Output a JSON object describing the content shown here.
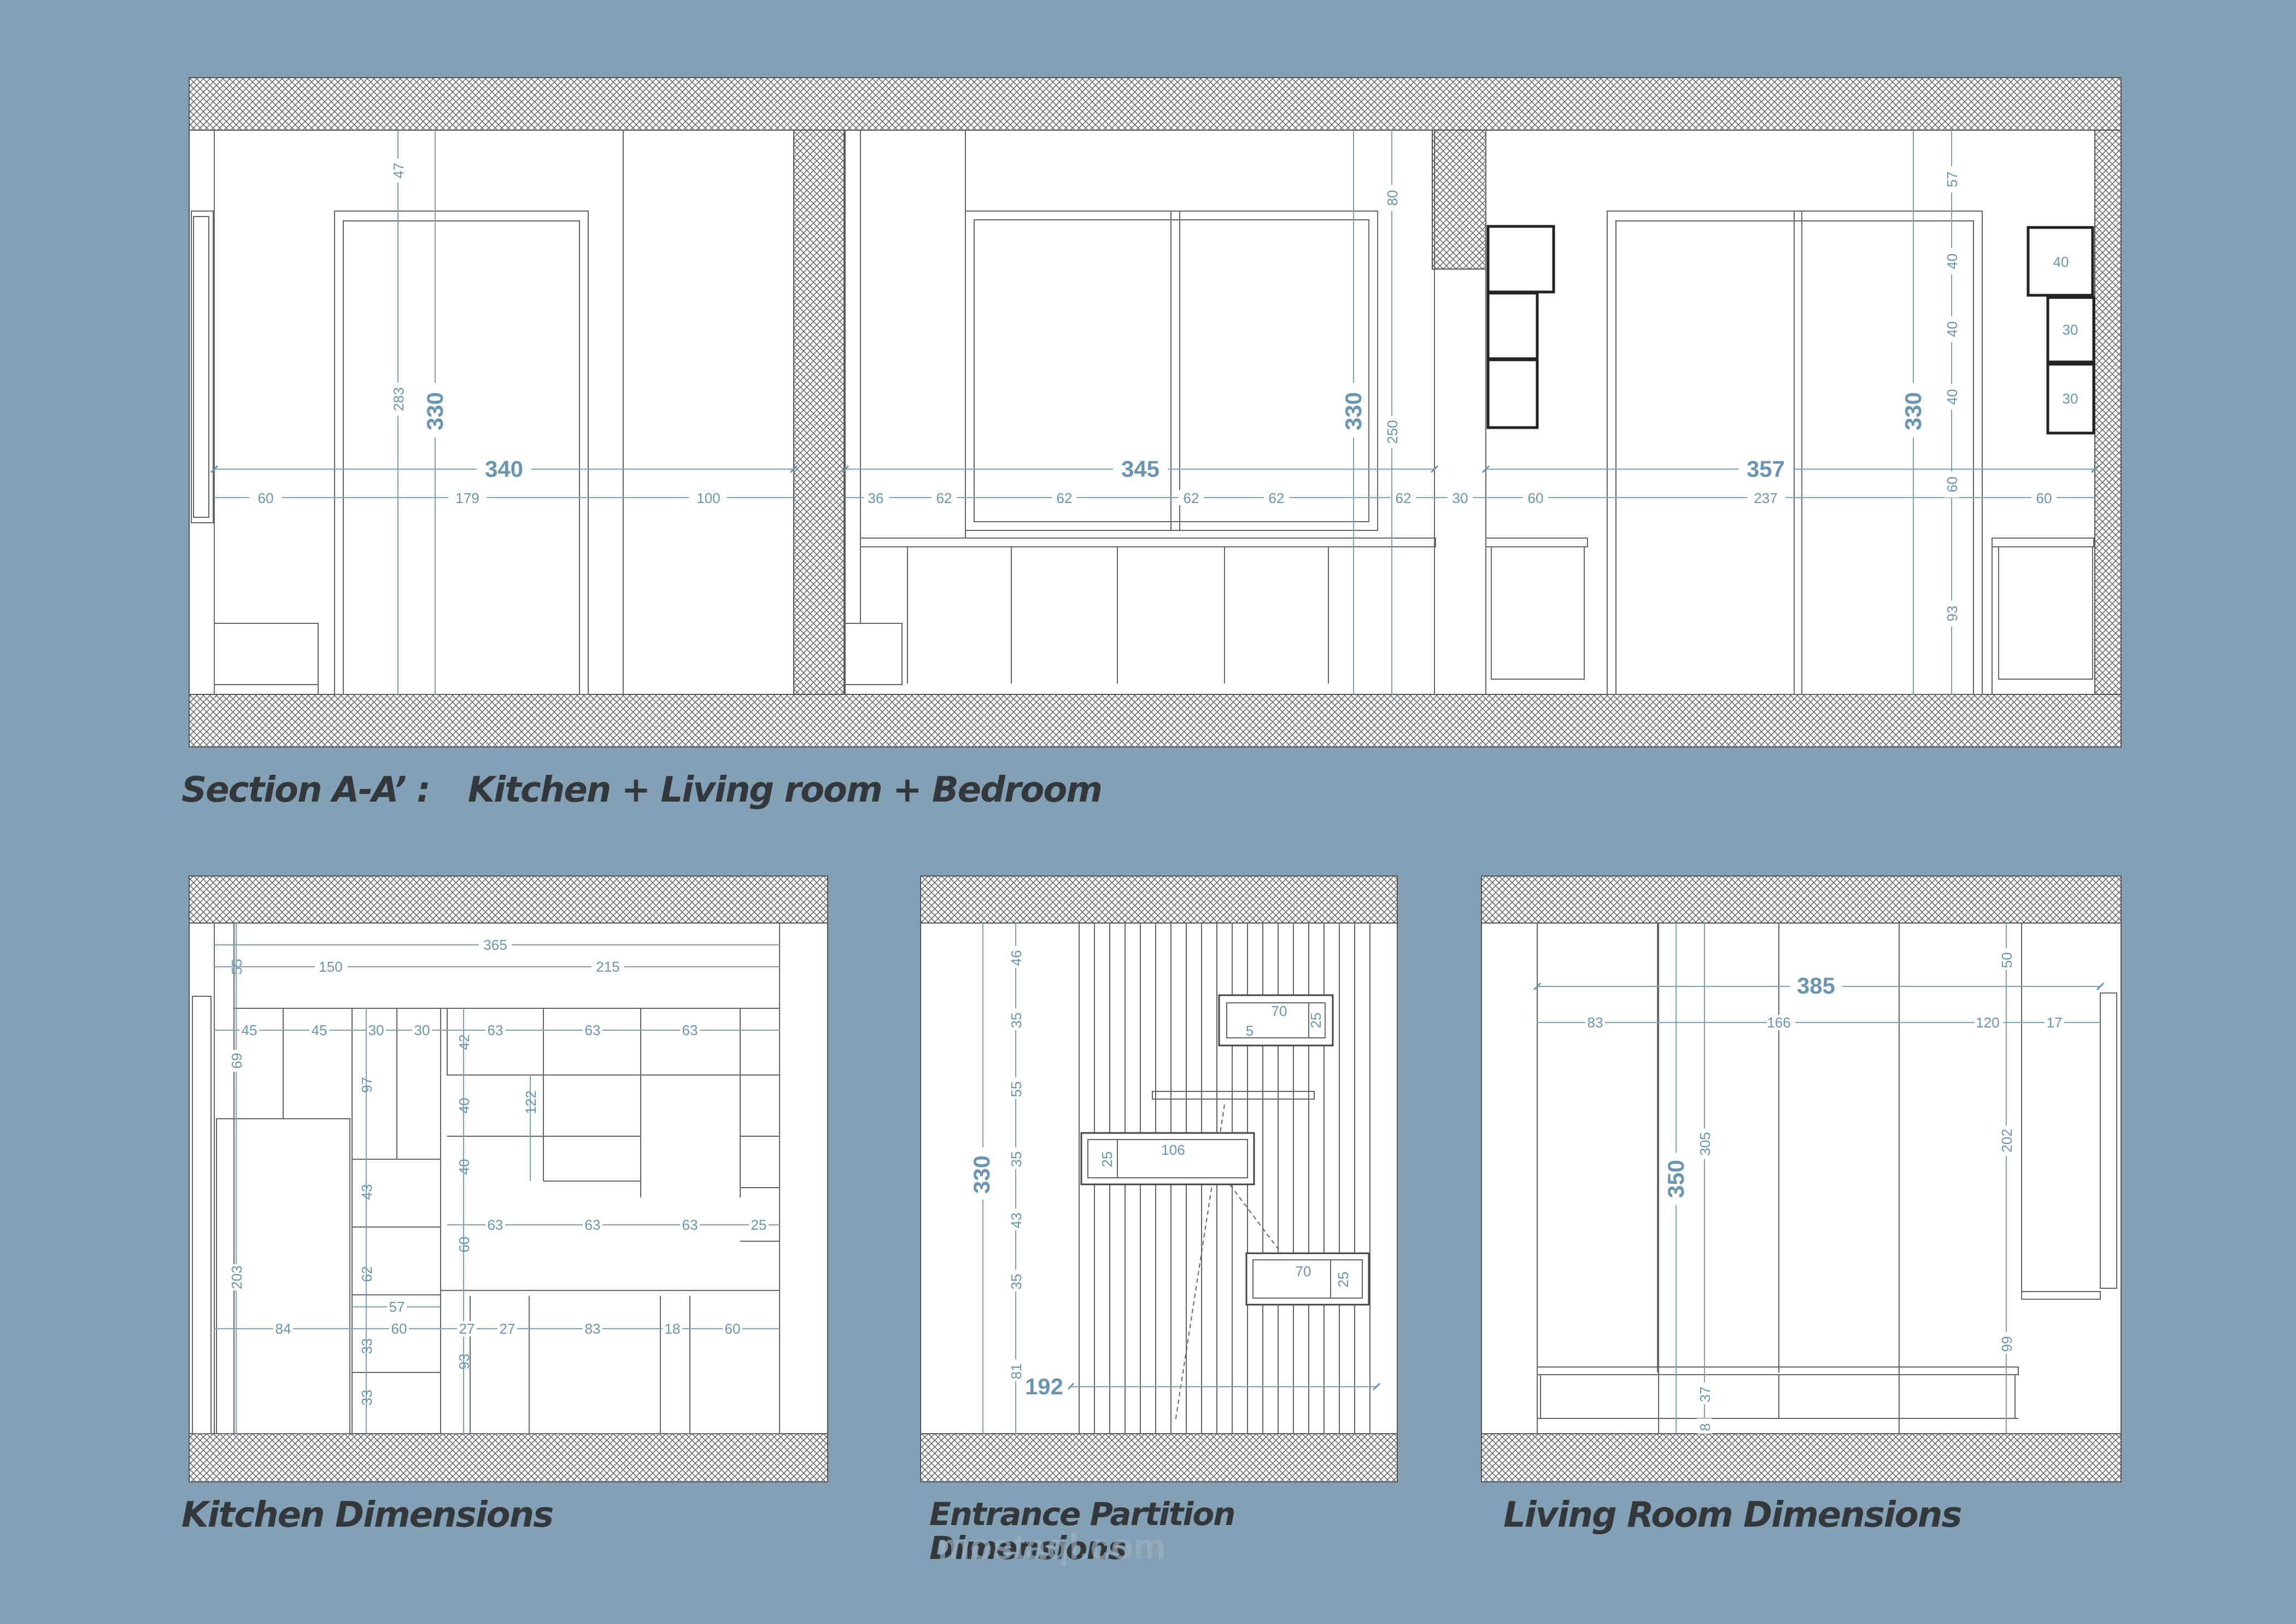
{
  "captions": {
    "section_prefix": "Section A-A’ :",
    "section_rooms": "Kitchen + Living room + Bedroom",
    "kitchen": "Kitchen Dimensions",
    "entrance": "Entrance Partition Dimensions",
    "living": "Living Room Dimensions"
  },
  "watermark": "mostaql.com",
  "colors": {
    "background": "#84a0b4",
    "paper": "#ffffff",
    "dimension": "#6a95b0",
    "line": "#606060",
    "caption": "#33383d"
  },
  "section": {
    "kitchen": {
      "height": "330",
      "width": "340",
      "segments": [
        "60",
        "179",
        "100"
      ],
      "vertical": [
        "47",
        "283"
      ]
    },
    "living": {
      "height": "330",
      "width": "345",
      "segments": [
        "36",
        "62",
        "62",
        "62",
        "62",
        "62",
        "30"
      ],
      "vertical": [
        "80",
        "250"
      ]
    },
    "bedroom": {
      "height": "330",
      "width": "357",
      "segments": [
        "60",
        "237",
        "60"
      ],
      "vertical": [
        "57",
        "40",
        "40",
        "40",
        "60",
        "93"
      ],
      "shelves": [
        "40",
        "30",
        "30"
      ]
    }
  },
  "kitchen_detail": {
    "overall": "365",
    "upper": [
      "150",
      "215"
    ],
    "top_offset": "55",
    "row1": [
      "45",
      "45",
      "30",
      "30",
      "63",
      "63",
      "63"
    ],
    "left_vertical": [
      "69",
      "203"
    ],
    "mid_vertical": [
      "42",
      "40",
      "40",
      "122",
      "97",
      "43",
      "62",
      "33",
      "33"
    ],
    "row2": [
      "63",
      "63",
      "63",
      "25"
    ],
    "v60": "60",
    "v93": "93",
    "w57": "57",
    "row3": [
      "84",
      "60",
      "27",
      "27",
      "83",
      "18",
      "60"
    ]
  },
  "entrance_detail": {
    "height": "330",
    "width": "192",
    "vertical": [
      "46",
      "35",
      "55",
      "35",
      "43",
      "35",
      "81"
    ],
    "box1": [
      "70",
      "25",
      "5"
    ],
    "box2": [
      "106",
      "25"
    ],
    "box3": [
      "70",
      "25"
    ]
  },
  "living_detail": {
    "height": "350",
    "width": "385",
    "segments": [
      "83",
      "166",
      "120",
      "17"
    ],
    "vertical": [
      "305",
      "50",
      "202",
      "99",
      "37",
      "8"
    ]
  }
}
